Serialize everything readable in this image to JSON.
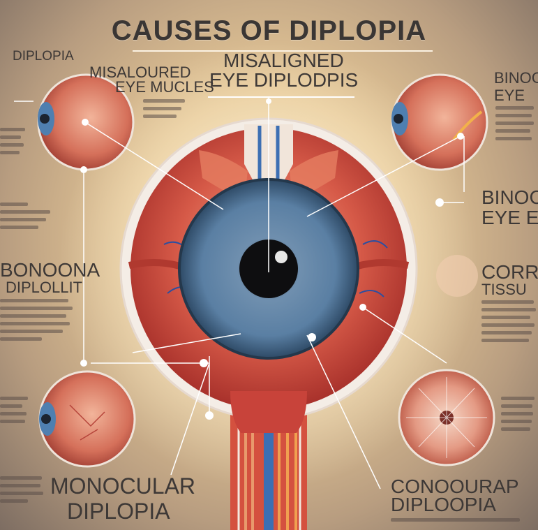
{
  "title": "CAUSES OF DIPLOPIA",
  "labels": {
    "top_left_corner": "DIPLOPIA",
    "misaloured_line1": "MISALOURED",
    "misaloured_line2": "EYE MUCLES",
    "misaligned_line1": "MISALIGNED",
    "misaligned_line2": "EYE DIPLODPIS",
    "binoc_top_line1": "BINOC",
    "binoc_top_line2": "EYE",
    "binoc_mid_line1": "BINOC",
    "binoc_mid_line2": "EYE ES",
    "bonoona_line1": "BONOONA",
    "bonoona_line2": "DIPLOLLIT",
    "corro_line1": "CORRO",
    "corro_line2": "TISSU",
    "monocular_line1": "MONOCULAR",
    "monocular_line2": "DIPLOPIA",
    "conoourap_line1": "CONOOURAP",
    "conoourap_line2": "DIPLOOPIA"
  },
  "colors": {
    "sclera_red": "#c8433a",
    "iris_blue": "#5a7fa3",
    "pupil": "#0e0e10",
    "nerve_blue": "#3d6fb3",
    "line": "#ffffff"
  }
}
